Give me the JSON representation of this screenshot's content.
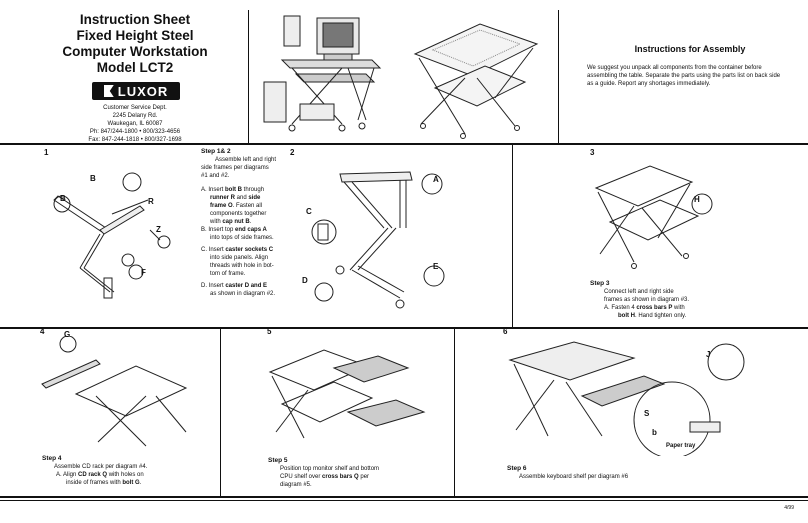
{
  "header": {
    "title_lines": [
      "Instruction Sheet",
      "Fixed Height Steel",
      "Computer Workstation",
      "Model LCT2"
    ],
    "logo_text": "LUXOR",
    "address_lines": [
      "Customer Service Dept.",
      "2245 Delany Rd.",
      "Waukegan, IL 60087",
      "Ph: 847/244-1800 • 800/323-4656",
      "Fax: 847-244-1818 • 800/327-1698"
    ],
    "assembly_title": "Instructions for Assembly",
    "assembly_intro": "We suggest you unpack all components from the container before assembling the table. Separate the parts using the parts list on back side as a guide. Report any shortages immediately."
  },
  "panels": {
    "p1": {
      "number": "1",
      "labels": [
        "B",
        "B",
        "R",
        "Z",
        "F"
      ]
    },
    "p2": {
      "number": "2",
      "labels": [
        "C",
        "D",
        "A",
        "E"
      ]
    },
    "p3": {
      "number": "3",
      "label_h": "H",
      "step": "Step 3",
      "lines": [
        "Connect left and right side",
        "frames as shown in diagram #3."
      ],
      "item_a_pre": "A.  Fasten 4 ",
      "item_a_b1": "cross bars P",
      "item_a_mid": " with",
      "item_a_pre2": "bolt H",
      "item_a_post2": ". Hand tighten only."
    },
    "p4": {
      "number": "4",
      "label_g": "G",
      "step": "Step 4",
      "line1": "Assemble CD rack per diagram #4.",
      "a_pre": "A.   Align ",
      "a_b1": "CD rack Q",
      "a_mid": " with holes on",
      "a_line2_pre": "inside of frames with ",
      "a_b2": "bolt G",
      "a_post": "."
    },
    "p5": {
      "number": "5",
      "step": "Step 5",
      "line1": "Position top monitor shelf and bottom",
      "line2_pre": "CPU shelf over ",
      "line2_b": "cross bars Q",
      "line2_post": " per",
      "line3": "diagram #5."
    },
    "p6": {
      "number": "6",
      "labels": [
        "J",
        "S",
        "b"
      ],
      "paper_tray": "Paper tray",
      "step": "Step 6",
      "line1": "Assemble keyboard shelf per diagram #6"
    }
  },
  "step12": {
    "title": "Step 1& 2",
    "intro": [
      "Assemble left and right",
      "side frames per diagrams",
      "#1 and #2."
    ],
    "a": {
      "l1_pre": "A. Insert ",
      "l1_b": "bolt B",
      "l1_post": " through",
      "l2_b": "runner R",
      "l2_mid": " and ",
      "l2_b2": "side",
      "l3_b": "frame O",
      "l3_post": ". Fasten all",
      "l4": "components together",
      "l5_pre": "with ",
      "l5_b": "cap nut B",
      "l5_post": "."
    },
    "b": {
      "l1_pre": "B. Insert top ",
      "l1_b": "end caps A",
      "l2": "into tops of side frames."
    },
    "c": {
      "l1_pre": "C. Insert ",
      "l1_b": "caster sockets C",
      "l2": "into side panels. Align",
      "l3": "threads with hole in bot-",
      "l4": "tom of frame."
    },
    "d": {
      "l1_pre": "D. Insert ",
      "l1_b": "caster D and E",
      "l2": "as shown in diagram #2."
    }
  },
  "footer": {
    "date": "4/99"
  }
}
